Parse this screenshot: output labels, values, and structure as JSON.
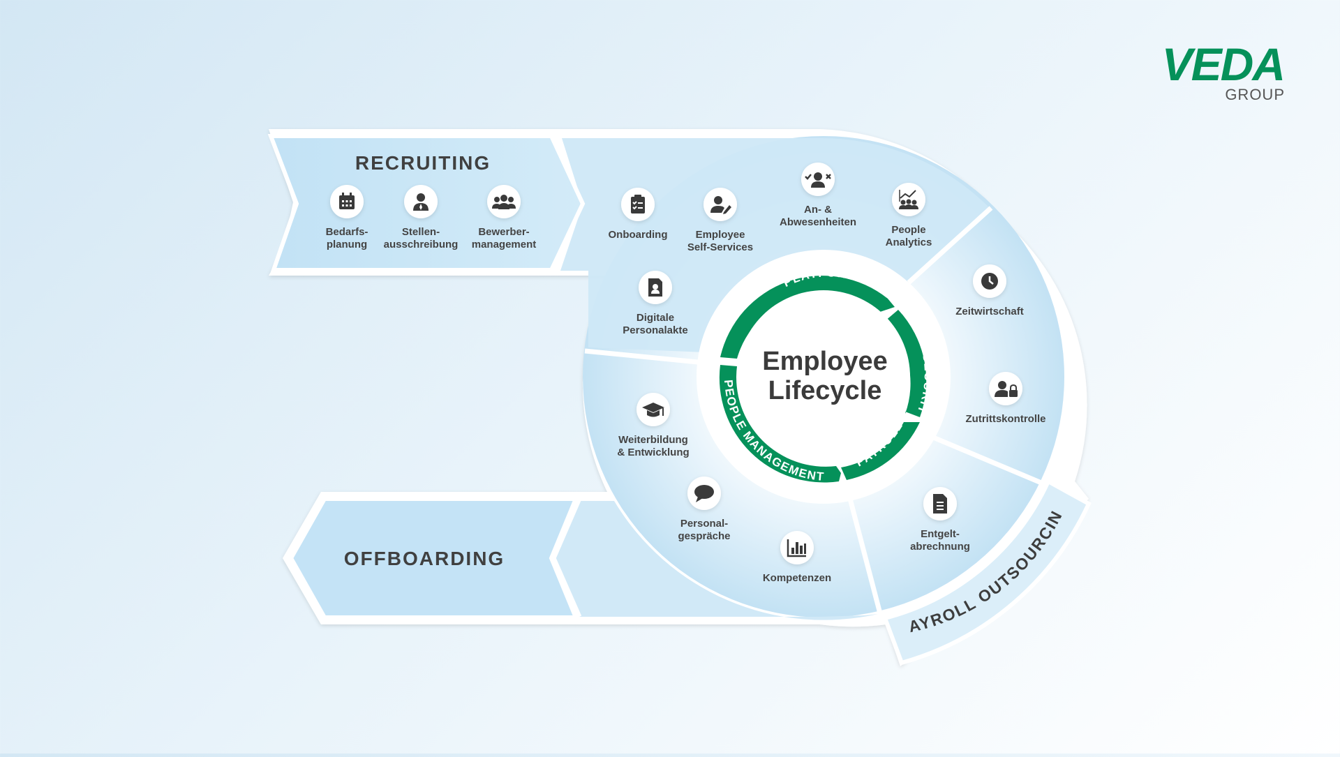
{
  "logo": {
    "wordmark": "VEDA",
    "sub": "GROUP"
  },
  "colors": {
    "green": "#05915a",
    "panel": "#c6e3f5",
    "panel_light": "#dff0fa",
    "icon": "#3a3a3a",
    "text": "#3d3d3d"
  },
  "core": {
    "line1": "Employee",
    "line2": "Lifecycle"
  },
  "ring": {
    "platform": "PLATFORM",
    "time_security": "TIME & SECURITY",
    "payroll": "PAYROLL",
    "people_management": "PEOPLE MANAGEMENT"
  },
  "sections": {
    "recruiting": "RECRUITING",
    "offboarding": "OFFBOARDING",
    "payroll_outsourcing": "PAYROLL OUTSOURCING"
  },
  "nodes": [
    {
      "id": "bedarfsplanung",
      "icon": "calendar-icon",
      "lines": [
        "Bedarfs-",
        "planung"
      ]
    },
    {
      "id": "stellenausschreibung",
      "icon": "person-tie-icon",
      "lines": [
        "Stellen-",
        "ausschreibung"
      ]
    },
    {
      "id": "bewerbermanagement",
      "icon": "group-icon",
      "lines": [
        "Bewerber-",
        "management"
      ]
    },
    {
      "id": "onboarding",
      "icon": "clipboard-checklist-icon",
      "lines": [
        "Onboarding"
      ]
    },
    {
      "id": "employee-self-services",
      "icon": "person-edit-icon",
      "lines": [
        "Employee",
        "Self-Services"
      ]
    },
    {
      "id": "abwesenheiten",
      "icon": "person-check-cross-icon",
      "lines": [
        "An- &",
        "Abwesenheiten"
      ]
    },
    {
      "id": "people-analytics",
      "icon": "analytics-people-icon",
      "lines": [
        "People",
        "Analytics"
      ]
    },
    {
      "id": "digitale-personalakte",
      "icon": "person-file-icon",
      "lines": [
        "Digitale",
        "Personalakte"
      ]
    },
    {
      "id": "zeitwirtschaft",
      "icon": "clock-icon",
      "lines": [
        "Zeitwirtschaft"
      ]
    },
    {
      "id": "zutrittskontrolle",
      "icon": "person-lock-icon",
      "lines": [
        "Zutrittskontrolle"
      ]
    },
    {
      "id": "weiterbildung",
      "icon": "graduation-cap-icon",
      "lines": [
        "Weiterbildung",
        "& Entwicklung"
      ]
    },
    {
      "id": "personalgespraeche",
      "icon": "speech-bubble-icon",
      "lines": [
        "Personal-",
        "gespräche"
      ]
    },
    {
      "id": "entgeltabrechnung",
      "icon": "document-icon",
      "lines": [
        "Entgelt-",
        "abrechnung"
      ]
    },
    {
      "id": "kompetenzen",
      "icon": "bar-chart-icon",
      "lines": [
        "Kompetenzen"
      ]
    }
  ]
}
